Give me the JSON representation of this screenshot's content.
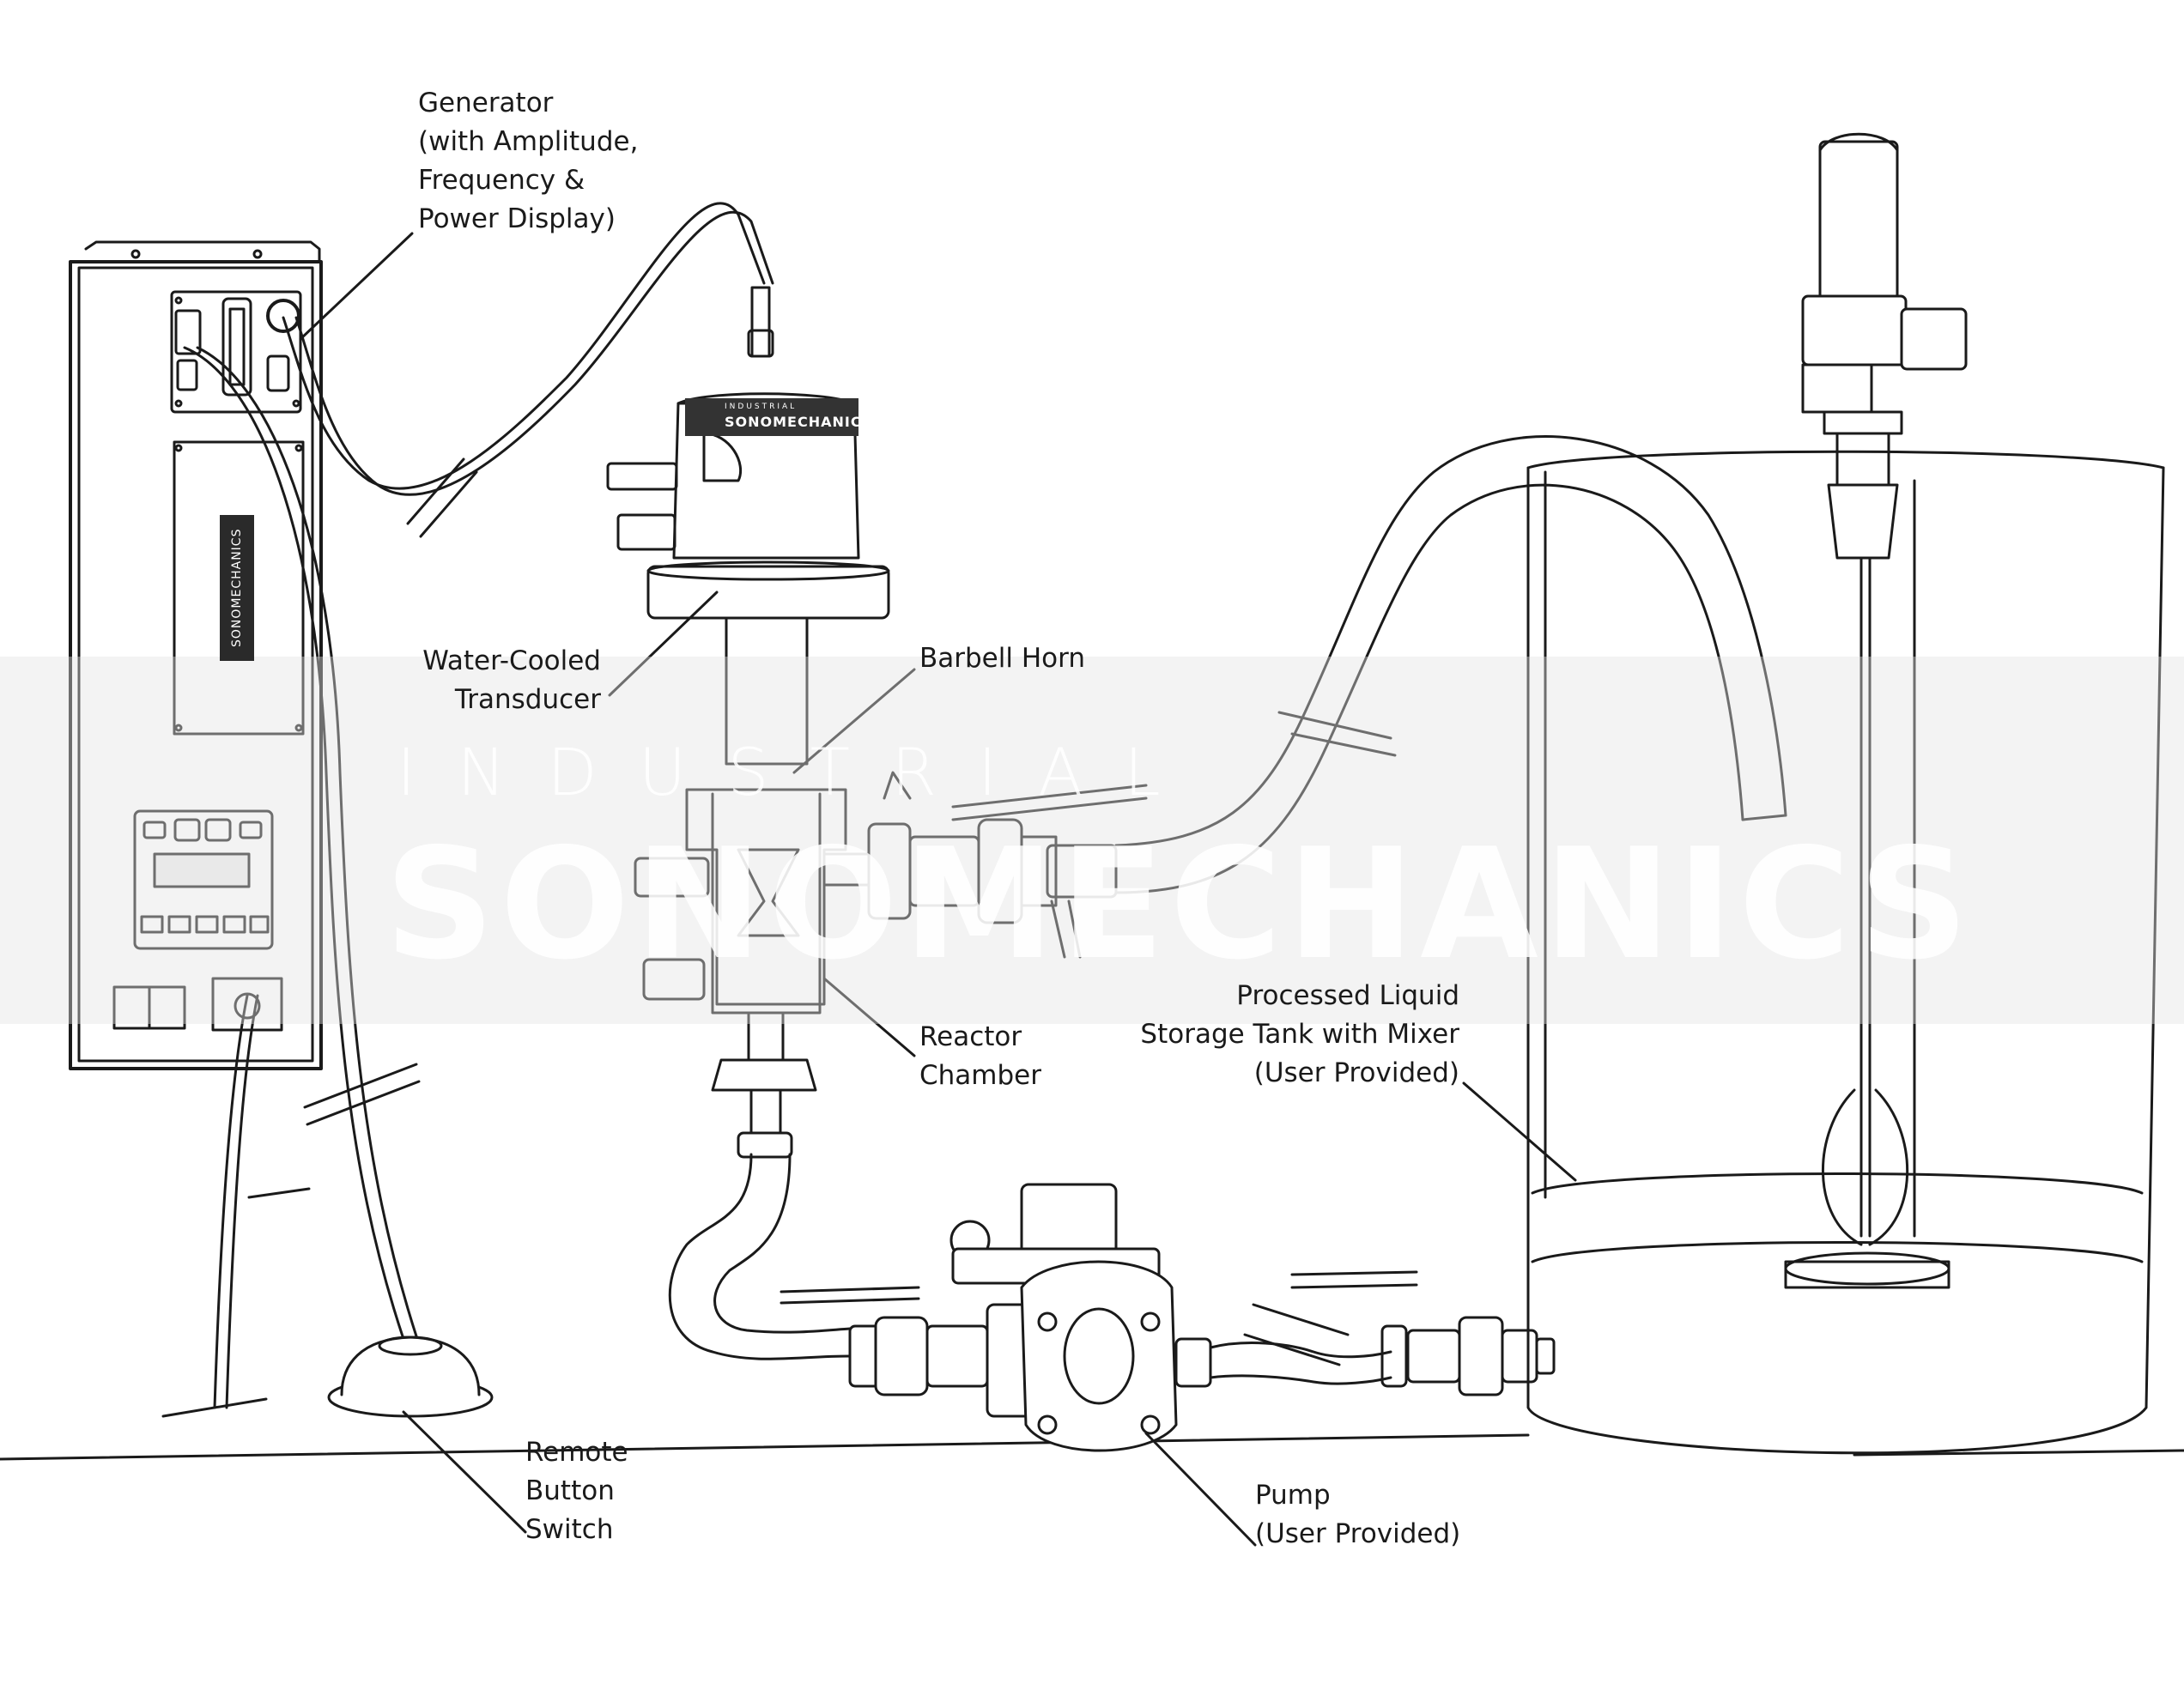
{
  "labels": {
    "generator": [
      "Generator",
      "(with Amplitude,",
      "Frequency &",
      "Power Display)"
    ],
    "transducer": [
      "Water-Cooled",
      "Transducer"
    ],
    "horn": [
      "Barbell Horn"
    ],
    "reactor": [
      "Reactor",
      "Chamber"
    ],
    "tank": [
      "Processed Liquid",
      "Storage Tank with Mixer",
      "(User Provided)"
    ],
    "switch": [
      "Remote",
      "Button",
      "Switch"
    ],
    "pump": [
      "Pump",
      "(User Provided)"
    ]
  },
  "watermark": {
    "line1": "INDUSTRIAL",
    "line2": "SONOMECHANICS"
  },
  "branding": {
    "generator_panel": "SONOMECHANICS",
    "transducer_small": "INDUSTRIAL",
    "transducer_big": "SONOMECHANICS"
  },
  "colors": {
    "line": "#1a1a1a",
    "fill": "#ffffff"
  }
}
